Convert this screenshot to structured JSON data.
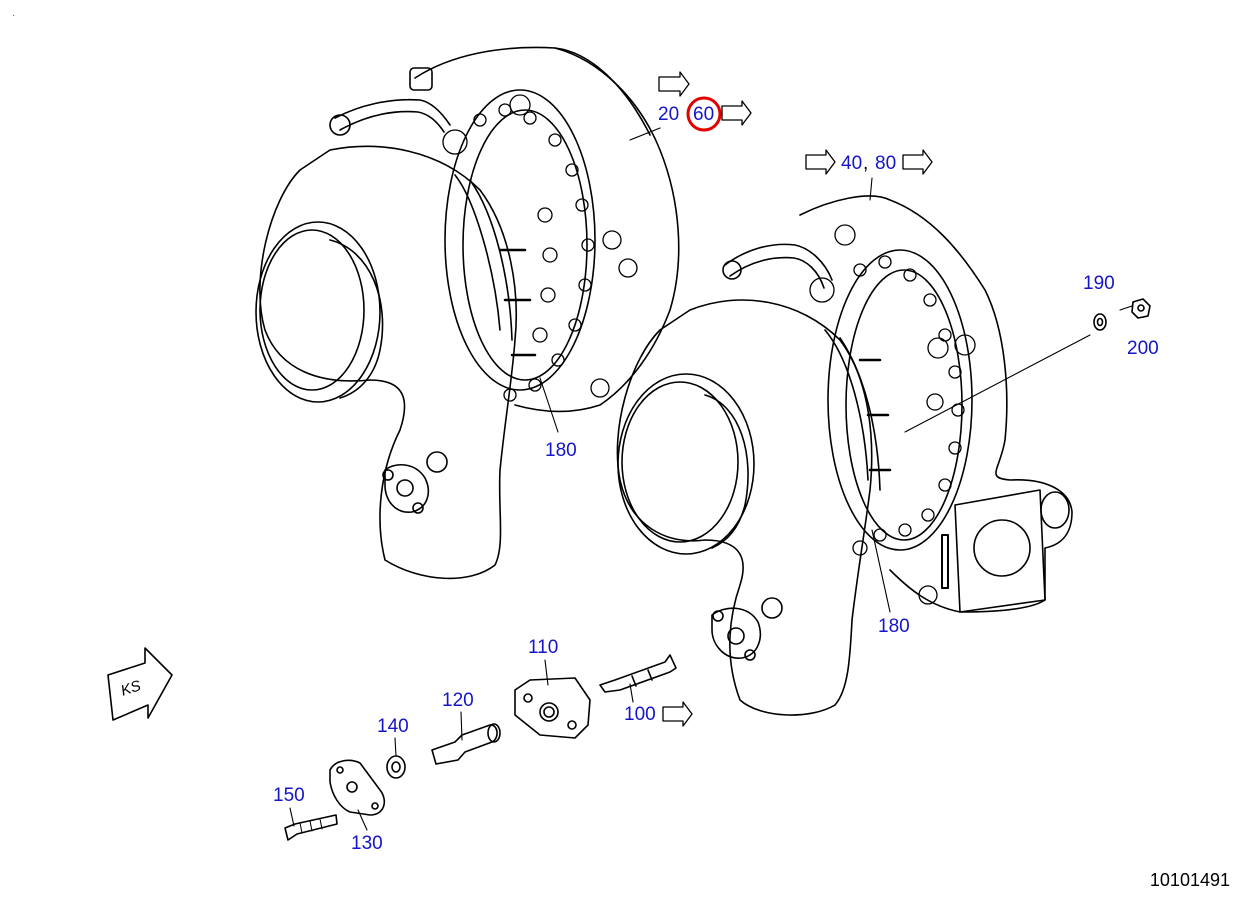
{
  "diagram": {
    "drawing_number": "10101491",
    "corner_mark": "·",
    "stamp_text": "KS",
    "callouts": {
      "c20": "20",
      "c60": "60",
      "c40": "40",
      "comma": ",",
      "c80": "80",
      "c180a": "180",
      "c180b": "180",
      "c190": "190",
      "c200": "200",
      "c110": "110",
      "c120": "120",
      "c140": "140",
      "c100": "100",
      "c150": "150",
      "c130": "130"
    },
    "highlight_color": "#e00000",
    "callout_color": "#1414c8"
  }
}
